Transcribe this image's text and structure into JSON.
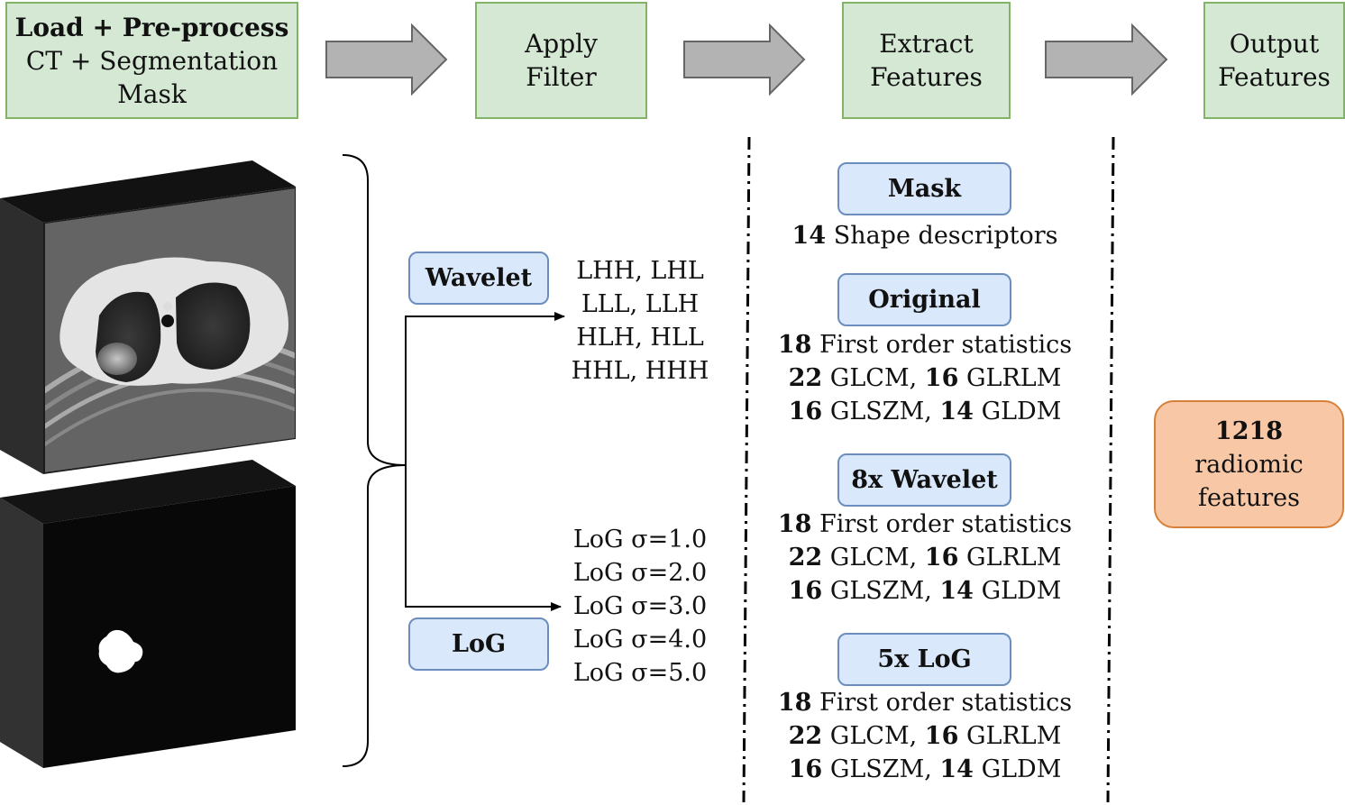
{
  "stages": [
    {
      "id": "load",
      "lines": [
        "Load + Pre-process",
        "CT + Segmentation",
        "Mask"
      ]
    },
    {
      "id": "filter",
      "lines": [
        "Apply",
        "Filter"
      ]
    },
    {
      "id": "extract",
      "lines": [
        "Extract",
        "Features"
      ]
    },
    {
      "id": "output",
      "lines": [
        "Output",
        "Features"
      ]
    }
  ],
  "filters": {
    "wavelet": {
      "label": "Wavelet",
      "bands": [
        "LHH, LHL",
        "LLL, LLH",
        "HLH, HLL",
        "HHL, HHH"
      ]
    },
    "log": {
      "label": "LoG",
      "sigmas": [
        "LoG σ=1.0",
        "LoG σ=2.0",
        "LoG σ=3.0",
        "LoG σ=4.0",
        "LoG σ=5.0"
      ]
    }
  },
  "feature_groups": {
    "mask": {
      "label": "Mask",
      "count": "14",
      "text": "Shape descriptors"
    },
    "original": {
      "label": "Original"
    },
    "wavelet8": {
      "label": "8x Wavelet"
    },
    "log5": {
      "label": "5x LoG"
    }
  },
  "feature_counts": {
    "first_order": "18",
    "first_order_label": "First order statistics",
    "glcm": "22",
    "glcm_label": "GLCM",
    "glrlm": "16",
    "glrlm_label": "GLRLM",
    "glszm": "16",
    "glszm_label": "GLSZM",
    "gldm": "14",
    "gldm_label": "GLDM"
  },
  "output": {
    "count": "1218",
    "line2": "radiomic",
    "line3": "features"
  },
  "colors": {
    "stage_fill": "#d5e8d4",
    "stage_border": "#82b366",
    "filter_fill": "#dae8fc",
    "filter_border": "#6c8ebf",
    "output_fill": "#f8c8a6",
    "output_border": "#d7803a",
    "arrow_fill": "#b3b3b3",
    "arrow_border": "#666666"
  },
  "icons": [
    "ct-scan-image",
    "segmentation-mask-image"
  ]
}
